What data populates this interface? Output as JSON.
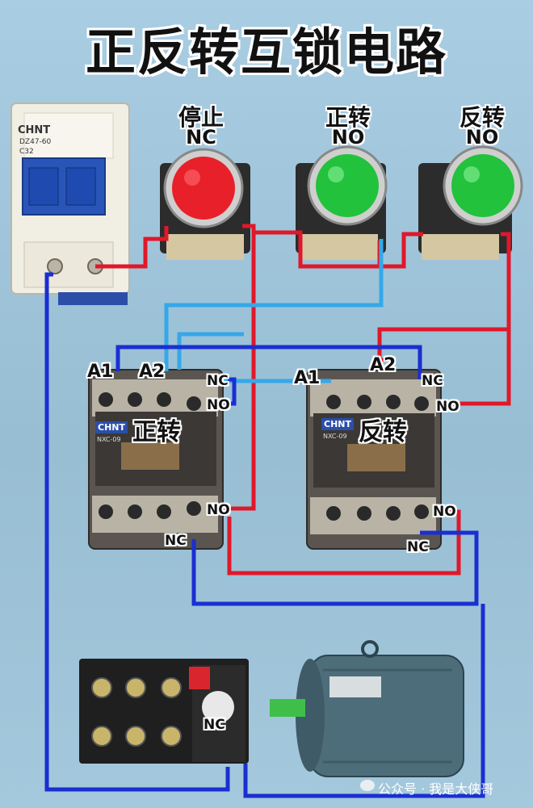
{
  "title": "正反转互锁电路",
  "breaker": {
    "brand": "CHNT",
    "model": "DZ47-60",
    "rating": "C32"
  },
  "buttons": [
    {
      "name": "停止",
      "contact": "NC",
      "color": "#e8202a"
    },
    {
      "name": "正转",
      "contact": "NO",
      "color": "#22c23c"
    },
    {
      "name": "反转",
      "contact": "NO",
      "color": "#22c23c"
    }
  ],
  "contactors": [
    {
      "name": "正转",
      "brand": "CHNT",
      "model": "NXC-09"
    },
    {
      "name": "反转",
      "brand": "CHNT",
      "model": "NXC-09"
    }
  ],
  "terminal_labels": {
    "a1": "A1",
    "a2": "A2",
    "nc": "NC",
    "no": "NO"
  },
  "overload_relay": {
    "contact": "NC"
  },
  "watermark": "公众号 · 我是大侠哥",
  "colors": {
    "live": "#e0182a",
    "neutral": "#1a2fd0",
    "control": "#35a8e8"
  }
}
